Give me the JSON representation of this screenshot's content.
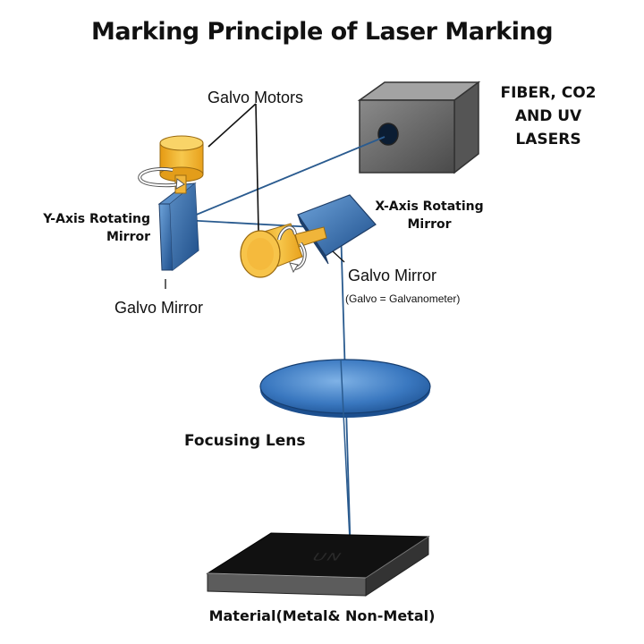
{
  "title": "Marking Principle of Laser Marking",
  "labels": {
    "galvo_motors": "Galvo Motors",
    "laser_source": [
      "FIBER, CO2",
      "AND UV",
      "LASERS"
    ],
    "y_axis_mirror": [
      "Y-Axis Rotating",
      "Mirror"
    ],
    "x_axis_mirror": [
      "X-Axis Rotating",
      "Mirror"
    ],
    "galvo_mirror_left": "Galvo Mirror",
    "galvo_mirror_right": "Galvo Mirror",
    "galvo_note": "(Galvo = Galvanometer)",
    "focusing_lens": "Focusing Lens",
    "material": "Material(Metal& Non-Metal)",
    "engraving": "UN"
  },
  "colors": {
    "mirror_blue": "#2f6fb5",
    "motor_yellow": "#f2b531",
    "laser_box": "#6b6b6b",
    "material_top": "#111111",
    "beam": "#2a5b8f"
  }
}
